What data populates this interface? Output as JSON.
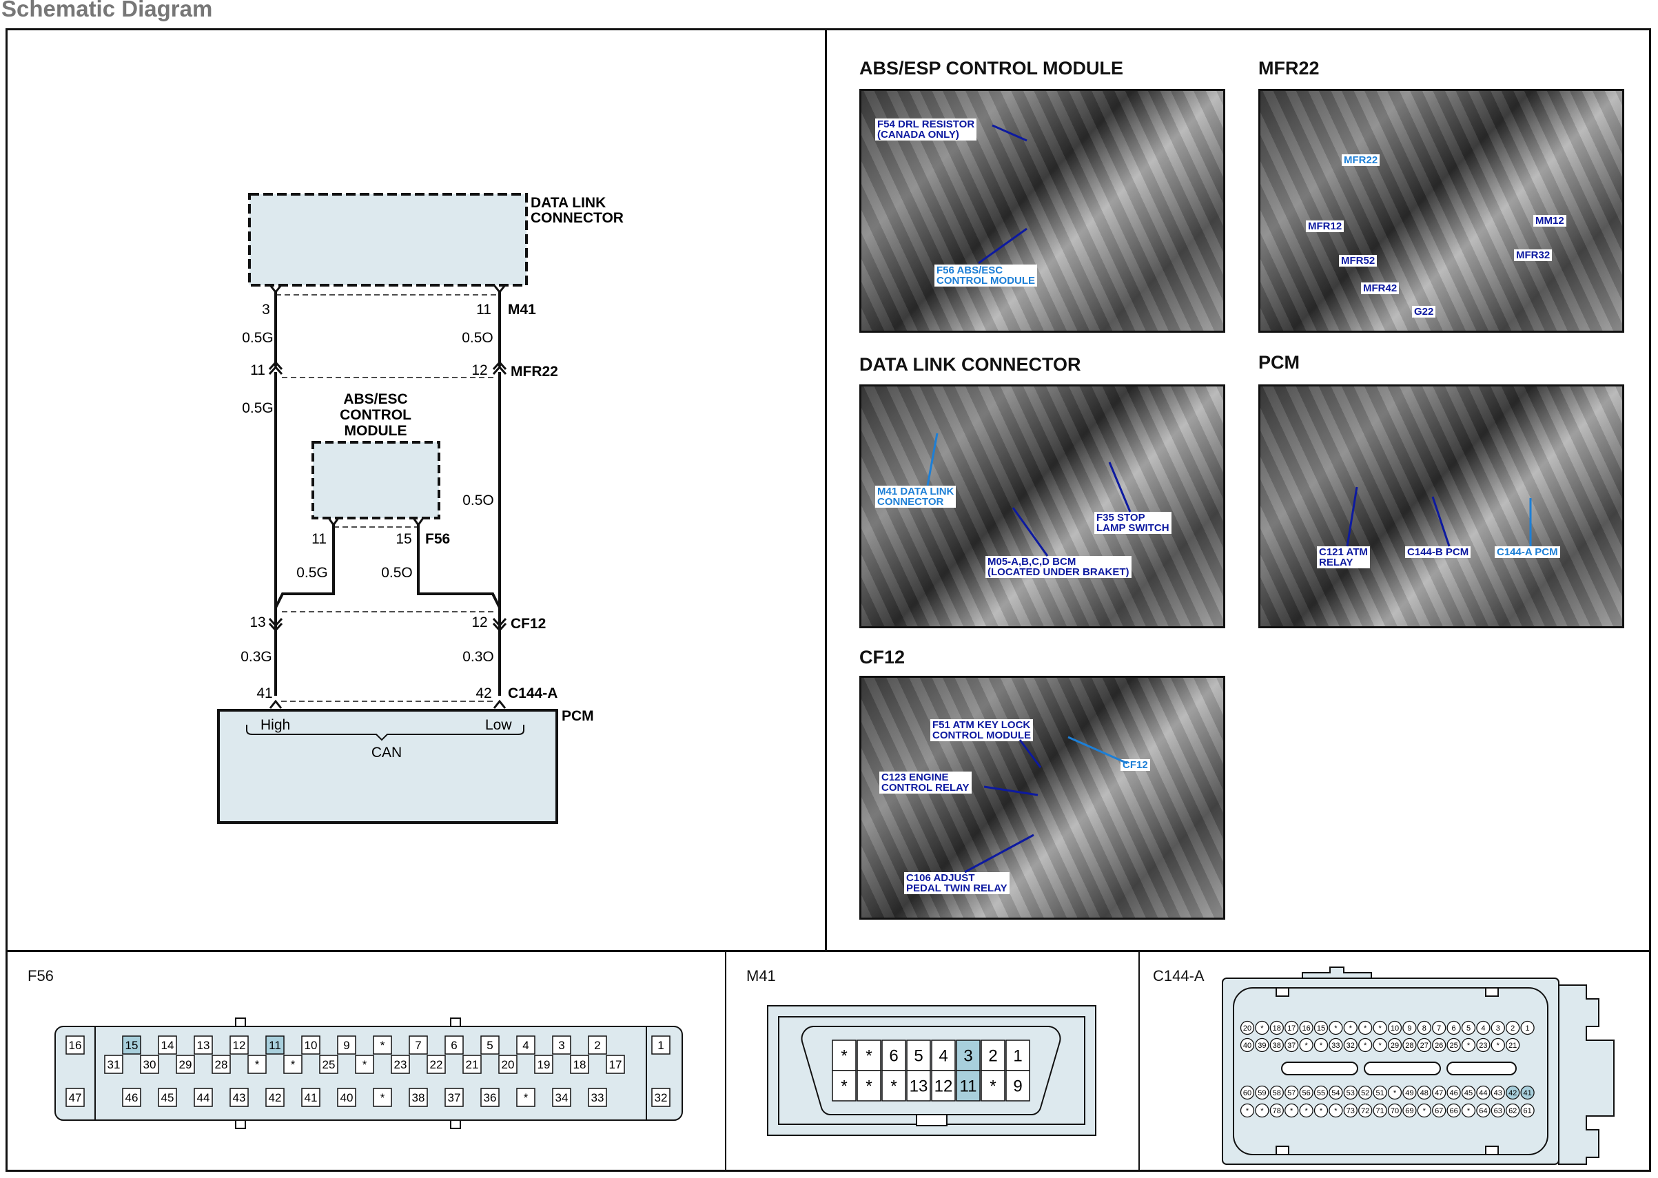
{
  "page_title": "Schematic Diagram",
  "schematic": {
    "dlc_label_line1": "DATA LINK",
    "dlc_label_line2": "CONNECTOR",
    "m41_connector": "M41",
    "m41_pin_left": "3",
    "m41_pin_right": "11",
    "wire_05g_a": "0.5G",
    "wire_05o_a": "0.5O",
    "mfr22_connector": "MFR22",
    "mfr22_pin_left": "11",
    "mfr22_pin_right": "12",
    "wire_05g_b": "0.5G",
    "abs_label_line1": "ABS/ESC",
    "abs_label_line2": "CONTROL",
    "abs_label_line3": "MODULE",
    "wire_05o_b": "0.5O",
    "f56_connector": "F56",
    "f56_pin_left": "11",
    "f56_pin_right": "15",
    "wire_05g_c": "0.5G",
    "wire_05o_c": "0.5O",
    "cf12_connector": "CF12",
    "cf12_pin_left": "13",
    "cf12_pin_right": "12",
    "wire_03g": "0.3G",
    "wire_03o": "0.3O",
    "c144a_connector": "C144-A",
    "c144a_pin_left": "41",
    "c144a_pin_right": "42",
    "pcm_label": "PCM",
    "can_high": "High",
    "can_low": "Low",
    "can_label": "CAN"
  },
  "photos": [
    {
      "title": "ABS/ESP CONTROL MODULE",
      "callouts": [
        {
          "text": "F54 DRL RESISTOR\n(CANADA ONLY)",
          "style": "dark"
        },
        {
          "text": "F56 ABS/ESC\nCONTROL MODULE",
          "style": "light"
        }
      ]
    },
    {
      "title": "MFR22",
      "callouts": [
        {
          "text": "MFR22",
          "style": "light"
        },
        {
          "text": "MFR12",
          "style": "dark"
        },
        {
          "text": "MFR52",
          "style": "dark"
        },
        {
          "text": "MFR42",
          "style": "dark"
        },
        {
          "text": "G22",
          "style": "dark"
        },
        {
          "text": "MFR32",
          "style": "dark"
        },
        {
          "text": "MM12",
          "style": "dark"
        }
      ]
    },
    {
      "title": "DATA LINK CONNECTOR",
      "callouts": [
        {
          "text": "M41 DATA LINK\nCONNECTOR",
          "style": "light"
        },
        {
          "text": "F35 STOP\nLAMP SWITCH",
          "style": "dark"
        },
        {
          "text": "M05-A,B,C,D BCM\n(LOCATED UNDER BRAKET)",
          "style": "dark"
        }
      ]
    },
    {
      "title": "PCM",
      "callouts": [
        {
          "text": "C121 ATM\nRELAY",
          "style": "dark"
        },
        {
          "text": "C144-B PCM",
          "style": "dark"
        },
        {
          "text": "C144-A PCM",
          "style": "light"
        }
      ]
    },
    {
      "title": "CF12",
      "callouts": [
        {
          "text": "F51 ATM KEY LOCK\nCONTROL MODULE",
          "style": "dark"
        },
        {
          "text": "CF12",
          "style": "light"
        },
        {
          "text": "C123 ENGINE\nCONTROL RELAY",
          "style": "dark"
        },
        {
          "text": "C106 ADJUST\nPEDAL TWIN RELAY",
          "style": "dark"
        }
      ]
    }
  ],
  "connector_f56": {
    "label": "F56",
    "row1": [
      "16",
      "15",
      "14",
      "13",
      "12",
      "11",
      "10",
      "9",
      "*",
      "7",
      "6",
      "5",
      "4",
      "3",
      "2",
      "1"
    ],
    "row2": [
      "31",
      "30",
      "29",
      "28",
      "*",
      "*",
      "25",
      "*",
      "23",
      "22",
      "21",
      "20",
      "19",
      "18",
      "17"
    ],
    "row3": [
      "47",
      "46",
      "45",
      "44",
      "43",
      "42",
      "41",
      "40",
      "*",
      "38",
      "37",
      "36",
      "*",
      "34",
      "33",
      "32"
    ],
    "highlighted": [
      "15",
      "11"
    ]
  },
  "connector_m41": {
    "label": "M41",
    "row1": [
      "*",
      "*",
      "6",
      "5",
      "4",
      "3",
      "2",
      "1"
    ],
    "row2": [
      "*",
      "*",
      "*",
      "13",
      "12",
      "11",
      "*",
      "9"
    ],
    "highlighted": [
      "3",
      "11"
    ]
  },
  "connector_c144a": {
    "label": "C144-A",
    "row1": [
      "20",
      "*",
      "18",
      "17",
      "16",
      "15",
      "*",
      "*",
      "*",
      "*",
      "10",
      "9",
      "8",
      "7",
      "6",
      "5",
      "4",
      "3",
      "2",
      "1"
    ],
    "row2": [
      "40",
      "39",
      "38",
      "37",
      "*",
      "*",
      "33",
      "32",
      "*",
      "*",
      "29",
      "28",
      "27",
      "26",
      "25",
      "*",
      "23",
      "*",
      "21"
    ],
    "row3": [
      "60",
      "59",
      "58",
      "57",
      "56",
      "55",
      "54",
      "53",
      "52",
      "51",
      "*",
      "49",
      "48",
      "47",
      "46",
      "45",
      "44",
      "43",
      "42",
      "41"
    ],
    "row4": [
      "*",
      "*",
      "78",
      "*",
      "*",
      "*",
      "*",
      "73",
      "72",
      "71",
      "70",
      "69",
      "*",
      "67",
      "66",
      "*",
      "64",
      "63",
      "62",
      "61"
    ],
    "highlighted": [
      "41",
      "42"
    ]
  },
  "colors": {
    "module_fill": "#dde9ee",
    "pin_highlight": "#a8cfdc",
    "callout_dark": "#0d1aa0",
    "callout_light": "#1d7fd6"
  }
}
